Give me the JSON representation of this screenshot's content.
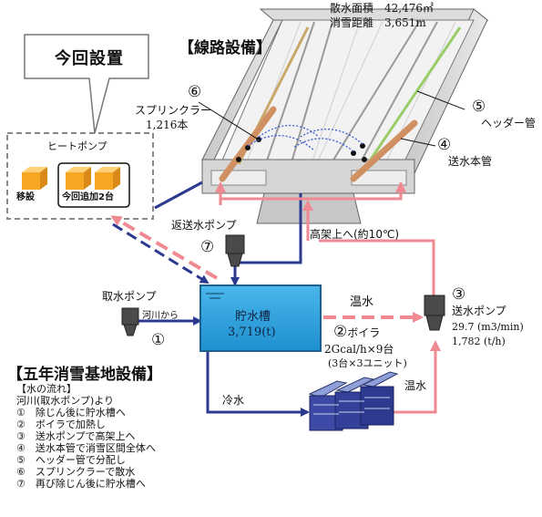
{
  "header": {
    "area_label": "散水面積",
    "area_value": "42,476㎡",
    "distance_label": "消雪距離",
    "distance_value": "3,651m",
    "track_title": "【線路設備】"
  },
  "callout": {
    "title": "今回設置",
    "heat_pump_label": "ヒートポンプ",
    "relocate_label": "移設",
    "added_label": "今回追加2台"
  },
  "labels": {
    "sprinkler_num": "⑥",
    "sprinkler_name": "スプリンクラー",
    "sprinkler_count": "1,216本",
    "header_pipe_num": "⑤",
    "header_pipe_name": "ヘッダー管",
    "main_pipe_num": "④",
    "main_pipe_name": "送水本管",
    "return_pump_name": "返送水ポンプ",
    "return_pump_num": "⑦",
    "elevated_label": "高架上へ(約10℃)",
    "intake_pump_name": "取水ポンプ",
    "river_label": "河川から",
    "intake_num": "①",
    "tank_name": "貯水槽",
    "tank_volume": "3,719(t)",
    "warm_water_1": "温水",
    "boiler_num": "②",
    "boiler_name": "ボイラ",
    "boiler_spec": "2Gcal/h×9台",
    "boiler_units": "(3台×3ユニット)",
    "warm_water_2": "温水",
    "cold_water": "冷水",
    "send_pump_num": "③",
    "send_pump_name": "送水ポンプ",
    "send_pump_flow": "29.7 (m3/min)",
    "send_pump_mass": "1,782 (t/h)"
  },
  "facility": {
    "title": "【五年消雪基地設備】",
    "flow_title": "【水の流れ】",
    "flow_intro": "河川(取水ポンプ)より",
    "steps": [
      "①　除じん後に貯水槽へ",
      "②　ボイラで加熱し",
      "③　送水ポンプで高架上へ",
      "④　送水本管で消雪区間全体へ",
      "⑤　ヘッダー管で分配し",
      "⑥　スプリンクラーで散水",
      "⑦　再び除じん後に貯水槽へ"
    ]
  },
  "colors": {
    "blue_line": "#2b3a8f",
    "pink_line": "#f08a92",
    "tank_fill": "#33a8e0",
    "callout_border": "#777777",
    "orange_box": "#f5a623"
  }
}
